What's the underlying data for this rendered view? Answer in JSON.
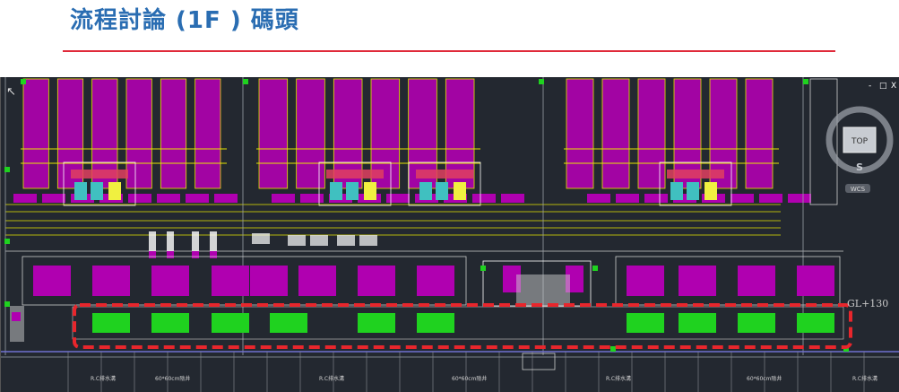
{
  "slide": {
    "title": "流程討論 (1F ) 碼頭"
  },
  "cad": {
    "viewcube": {
      "face": "TOP",
      "compass_s": "S",
      "wcs": "WCS"
    },
    "window_controls": [
      "-",
      "□",
      "X"
    ],
    "gl_label": "GL+130",
    "bottom_labels": [
      "R.C排水溝",
      "60*60cm陰井",
      "R.C排水溝",
      "60*60cm陰井",
      "R.C排水溝",
      "60*60cm陰井",
      "R.C排水溝"
    ],
    "highlight_color": "#e8262c",
    "colors": {
      "background": "#232830",
      "rack": "#b000b0",
      "dock": "#1fd21f",
      "line": "#e6e600"
    }
  }
}
